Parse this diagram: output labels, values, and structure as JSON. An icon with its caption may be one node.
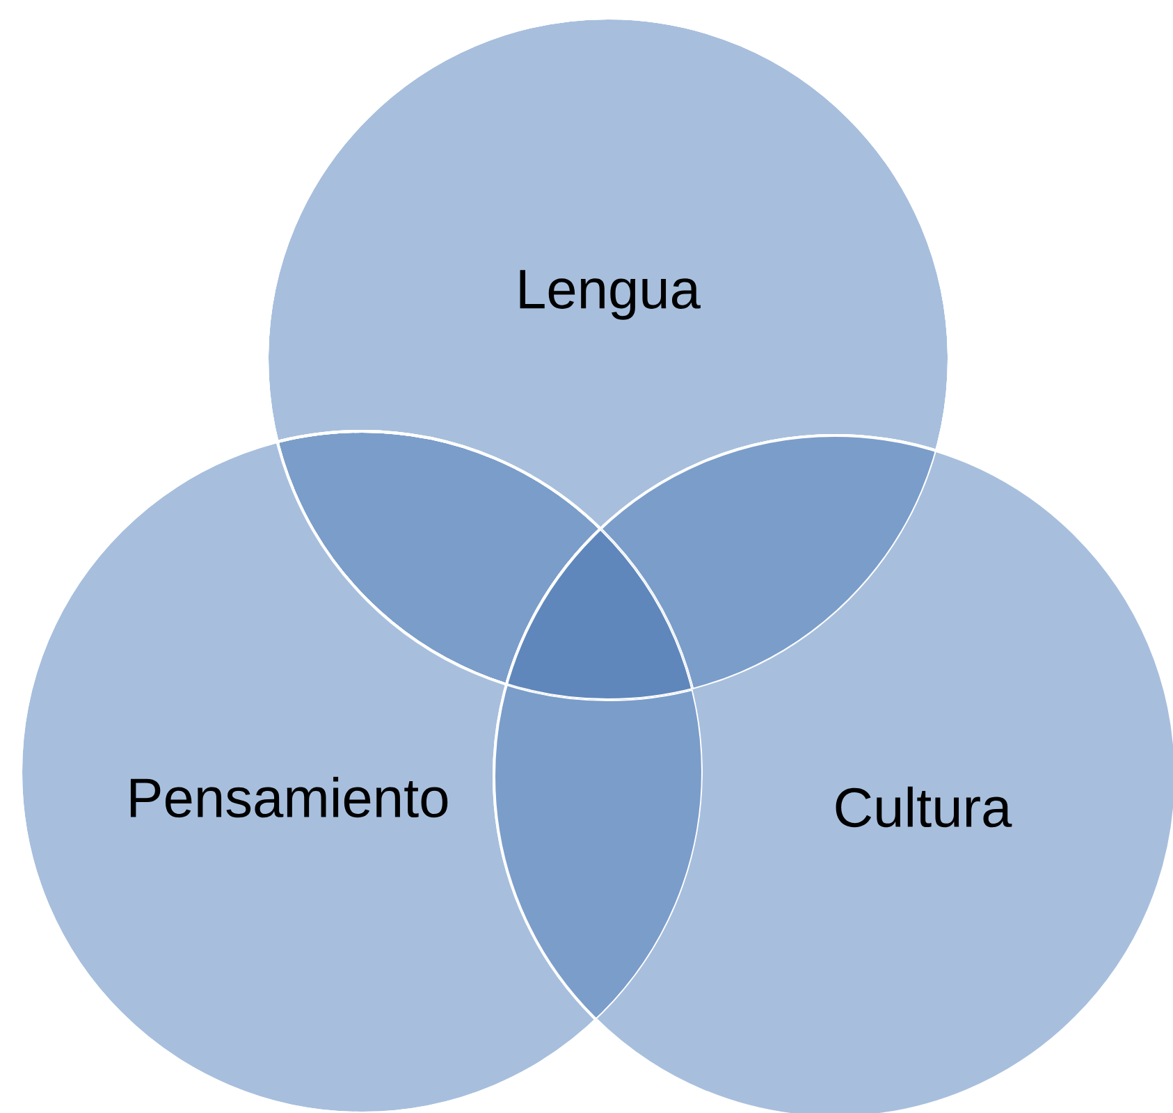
{
  "diagram": {
    "nodes": [
      {
        "text": [
          "Lengua"
        ]
      },
      {
        "text": [
          "Pensamiento"
        ]
      },
      {
        "text": [
          "Cultura"
        ]
      }
    ]
  }
}
